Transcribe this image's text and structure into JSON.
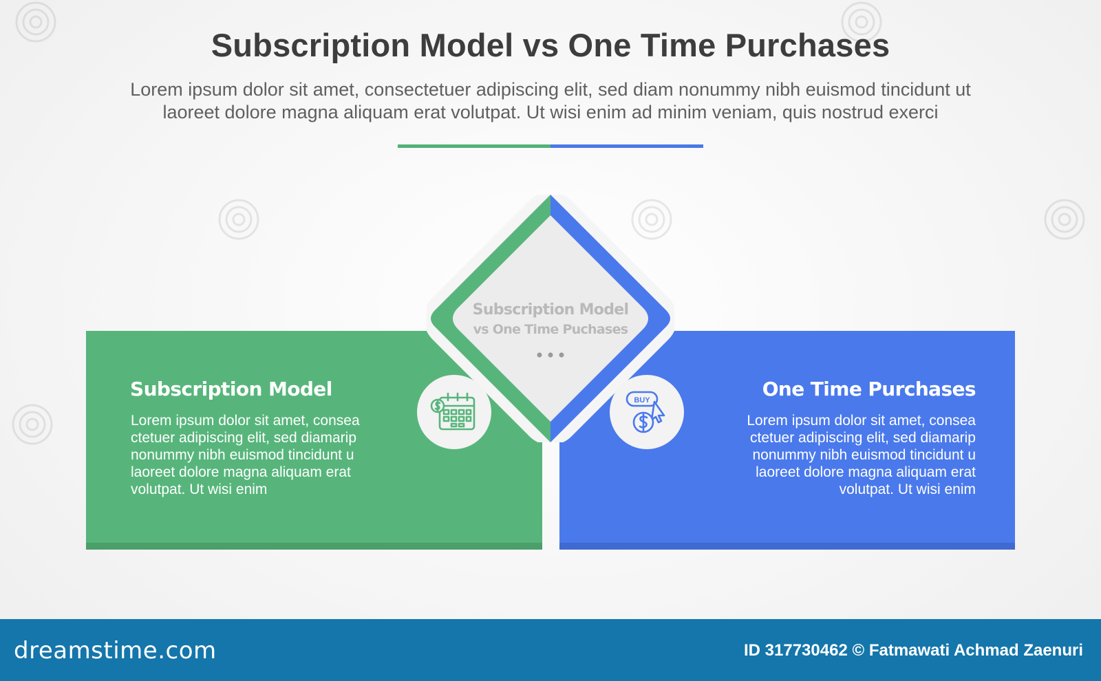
{
  "header": {
    "title": "Subscription Model vs One Time Purchases",
    "description_line1": "Lorem ipsum dolor sit amet, consectetuer adipiscing elit, sed diam nonummy nibh euismod tincidunt ut",
    "description_line2": "laoreet dolore magna aliquam erat volutpat. Ut wisi enim ad minim veniam, quis nostrud exerci"
  },
  "center": {
    "line1": "Subscription Model",
    "line2": "vs One Time Puchases"
  },
  "left_panel": {
    "title": "Subscription Model",
    "body": "Lorem ipsum dolor sit amet, consea ctetuer adipiscing elit, sed diamarip nonummy nibh euismod tincidunt u laoreet dolore magna aliquam erat volutpat. Ut wisi enim",
    "icon": "calendar-dollar-icon"
  },
  "right_panel": {
    "title": "One Time Purchases",
    "body": "Lorem ipsum dolor sit amet, consea ctetuer adipiscing elit, sed diamarip nonummy nibh euismod tincidunt u laoreet dolore magna aliquam erat volutpat. Ut wisi enim",
    "icon": "buy-button-coin-icon",
    "icon_label": "BUY"
  },
  "footer": {
    "brand": "dreamstime.com",
    "credit": "ID 317730462 © Fatmawati  Achmad Zaenuri"
  },
  "colors": {
    "green": "#57b57b",
    "blue": "#4a79ec",
    "footer": "#1476ab",
    "diamond_fill": "#ececec"
  }
}
